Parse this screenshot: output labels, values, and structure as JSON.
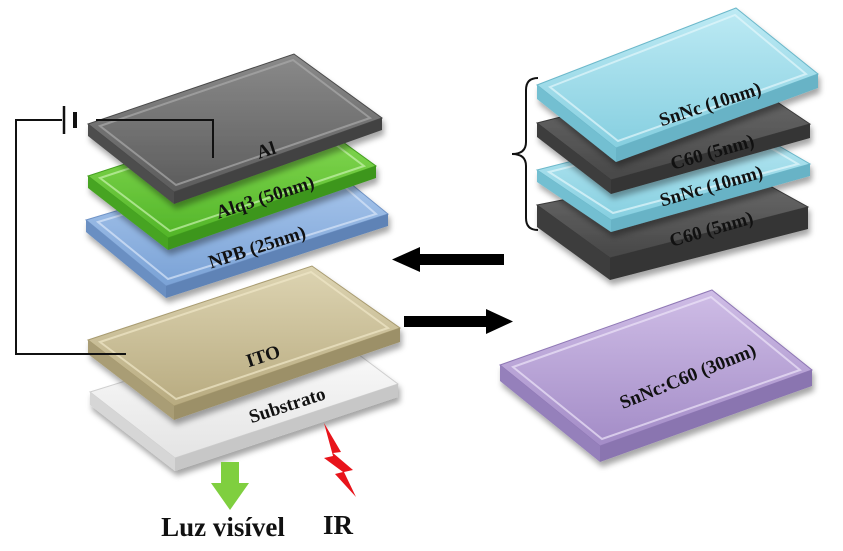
{
  "left_stack": {
    "al": "Al",
    "alq3": "Alq3 (50nm)",
    "npb": "NPB (25nm)",
    "ito": "ITO",
    "substrato": "Substrato"
  },
  "right_top_stack": {
    "snnc_top": "SnNc (10nm)",
    "c60_top": "C60 (5nm)",
    "snnc_bottom": "SnNc (10nm)",
    "c60_bottom": "C60 (5nm)"
  },
  "right_bottom_layer": "SnNc:C60 (30nm)",
  "captions": {
    "visible_light": "Luz visível",
    "ir": "IR"
  },
  "colors": {
    "al": "#6b6b6b",
    "alq3": "#6fcf3a",
    "npb": "#8fb3e0",
    "ito": "#c9be98",
    "substrato": "#f4f4f4",
    "snnc": "#9fdcea",
    "c60": "#5a5a5a",
    "blend": "#b9a3d8",
    "visible_arrow": "#7fcf3f",
    "ir_bolt": "#e8141b",
    "arrow": "#000000"
  },
  "icons": [
    "battery-symbol",
    "circuit-wire",
    "black-arrow-left",
    "black-arrow-right",
    "green-arrow-down",
    "lightning-bolt-icon",
    "curly-bracket"
  ]
}
